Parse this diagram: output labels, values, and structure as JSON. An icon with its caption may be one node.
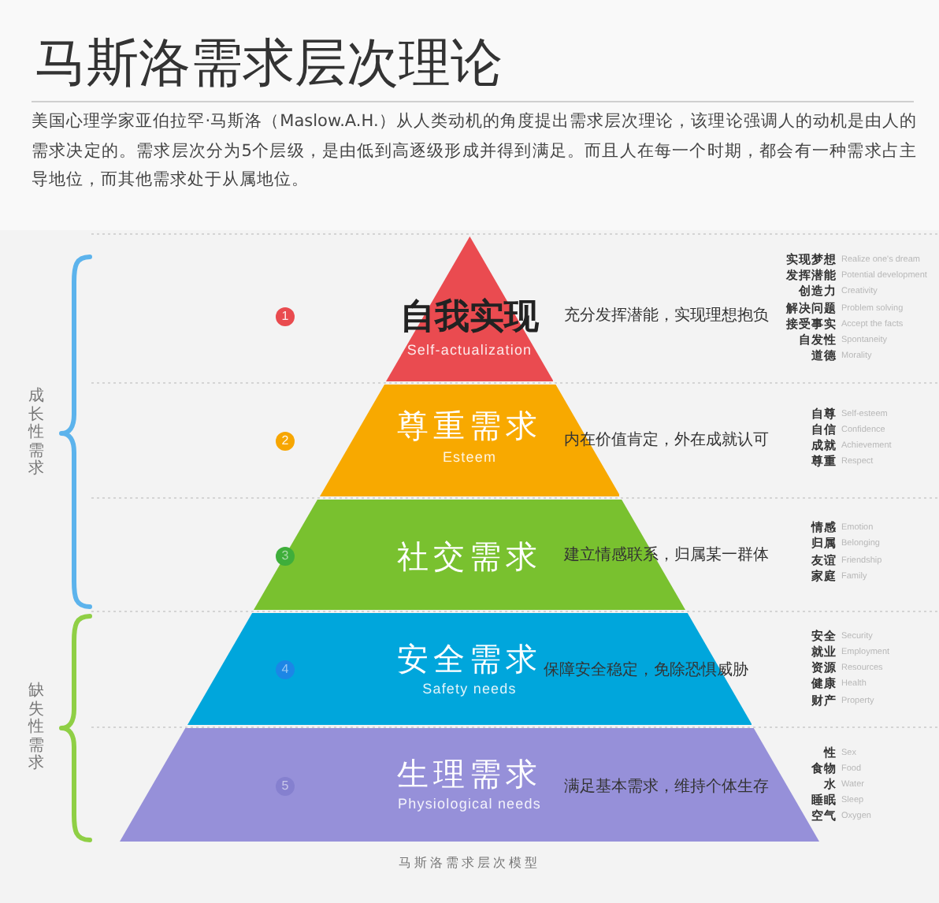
{
  "diagram": {
    "title": "马斯洛需求层次理论",
    "caption": "马斯洛需求层次模型",
    "nodes": [
      {
        "text": [
          "自我实现",
          "Self-actualization"
        ],
        "beside": [
          "充分发挥潜能，实现理想抱负",
          "实现梦想",
          "Realize one's dream",
          "发挥潜能",
          "Potential development",
          "创造力",
          "Creativity",
          "解决问题",
          "Problem solving",
          "接受事实",
          "Accept the facts",
          "自发性",
          "Spontaneity",
          "道德",
          "Morality"
        ]
      },
      {
        "text": [
          "尊重需求",
          "Esteem"
        ],
        "beside": [
          "内在价值肯定，外在成就认可",
          "自尊",
          "Self-esteem",
          "自信",
          "Confidence",
          "成就",
          "Achievement",
          "尊重",
          "Respect"
        ]
      },
      {
        "text": [
          "社交需求"
        ],
        "beside": [
          "建立情感联系，归属某一群体",
          "情感",
          "Emotion",
          "归属",
          "Belonging",
          "友谊",
          "Friendship",
          "家庭",
          "Family"
        ]
      },
      {
        "text": [
          "安全需求",
          "Safety needs",
          "保障安全稳定，免除恐惧威胁"
        ],
        "beside": [
          "安全",
          "Security",
          "就业",
          "Employment",
          "资源",
          "Resources",
          "健康",
          "Health",
          "财产",
          "Property"
        ]
      },
      {
        "text": [
          "生理需求",
          "Physiological needs",
          "满足基本需求，维持个体生存"
        ],
        "beside": [
          "性",
          "Sex",
          "食物",
          "Food",
          "水",
          "Water",
          "睡眠",
          "Sleep",
          "空气",
          "Oxygen"
        ]
      }
    ],
    "labels": [
      "美国心理学家亚伯拉罕·马斯洛（Maslow.A.H.）从人类动机的角度提出需求层次理论，该理论强调人的动机是由人的需求决定的。需求层次分为5个层级，是由低到高逐级形成并得到满足。而且人在每一个时期，都会有一种需求占主导地位，而其他需求处于从属地位。",
      "成长性需求",
      "缺失性需求",
      "1",
      "2",
      "3",
      "4",
      "5"
    ]
  }
}
